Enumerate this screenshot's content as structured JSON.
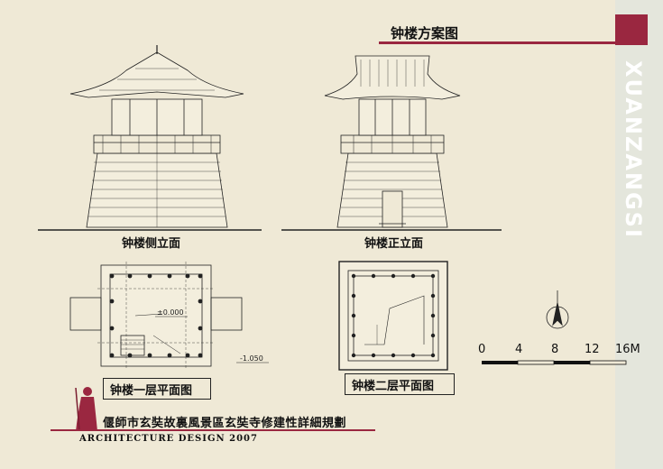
{
  "page_title": "钟楼方案图",
  "side_brand": "XUANZANGSI",
  "captions": {
    "side_elevation": "钟楼侧立面",
    "front_elevation": "钟楼正立面",
    "floor1_plan": "钟楼一层平面图",
    "floor2_plan": "钟楼二层平面图"
  },
  "plan_annotations": {
    "level_upper": "±0.000",
    "level_lower": "-1.050"
  },
  "scale_bar": {
    "labels": [
      "0",
      "4",
      "8",
      "12",
      "16M"
    ]
  },
  "footer": {
    "title": "偃師市玄奘故裏風景區玄奘寺修建性詳細規劃",
    "subtitle": "ARCHITECTURE DESIGN 2007"
  },
  "colors": {
    "background": "#efe9d6",
    "accent": "#9a2740",
    "line": "#222222"
  },
  "icons": [
    "north-arrow-icon",
    "monk-figure-icon"
  ]
}
